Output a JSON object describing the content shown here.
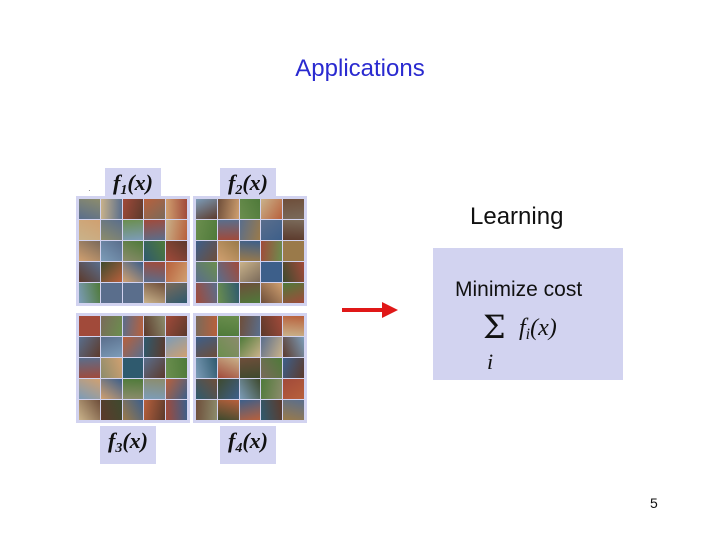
{
  "slide": {
    "title": "Applications",
    "page_number": "5"
  },
  "functions": {
    "f1": {
      "name": "f",
      "sub": "1",
      "arg": "(x)"
    },
    "f2": {
      "name": "f",
      "sub": "2",
      "arg": "(x)"
    },
    "f3": {
      "name": "f",
      "sub": "3",
      "arg": "(x)"
    },
    "f4": {
      "name": "f",
      "sub": "4",
      "arg": "(x)"
    }
  },
  "learning": {
    "heading": "Learning",
    "label": "Minimize cost",
    "sigma": "Σ",
    "term_name": "f",
    "term_sub": "i",
    "term_arg": "(x)",
    "index": "i"
  },
  "colors": {
    "title": "#2a2ad0",
    "panel": "#d2d3f0",
    "arrow": "#e01818"
  },
  "icons": {
    "arrow": "right-arrow-icon"
  }
}
